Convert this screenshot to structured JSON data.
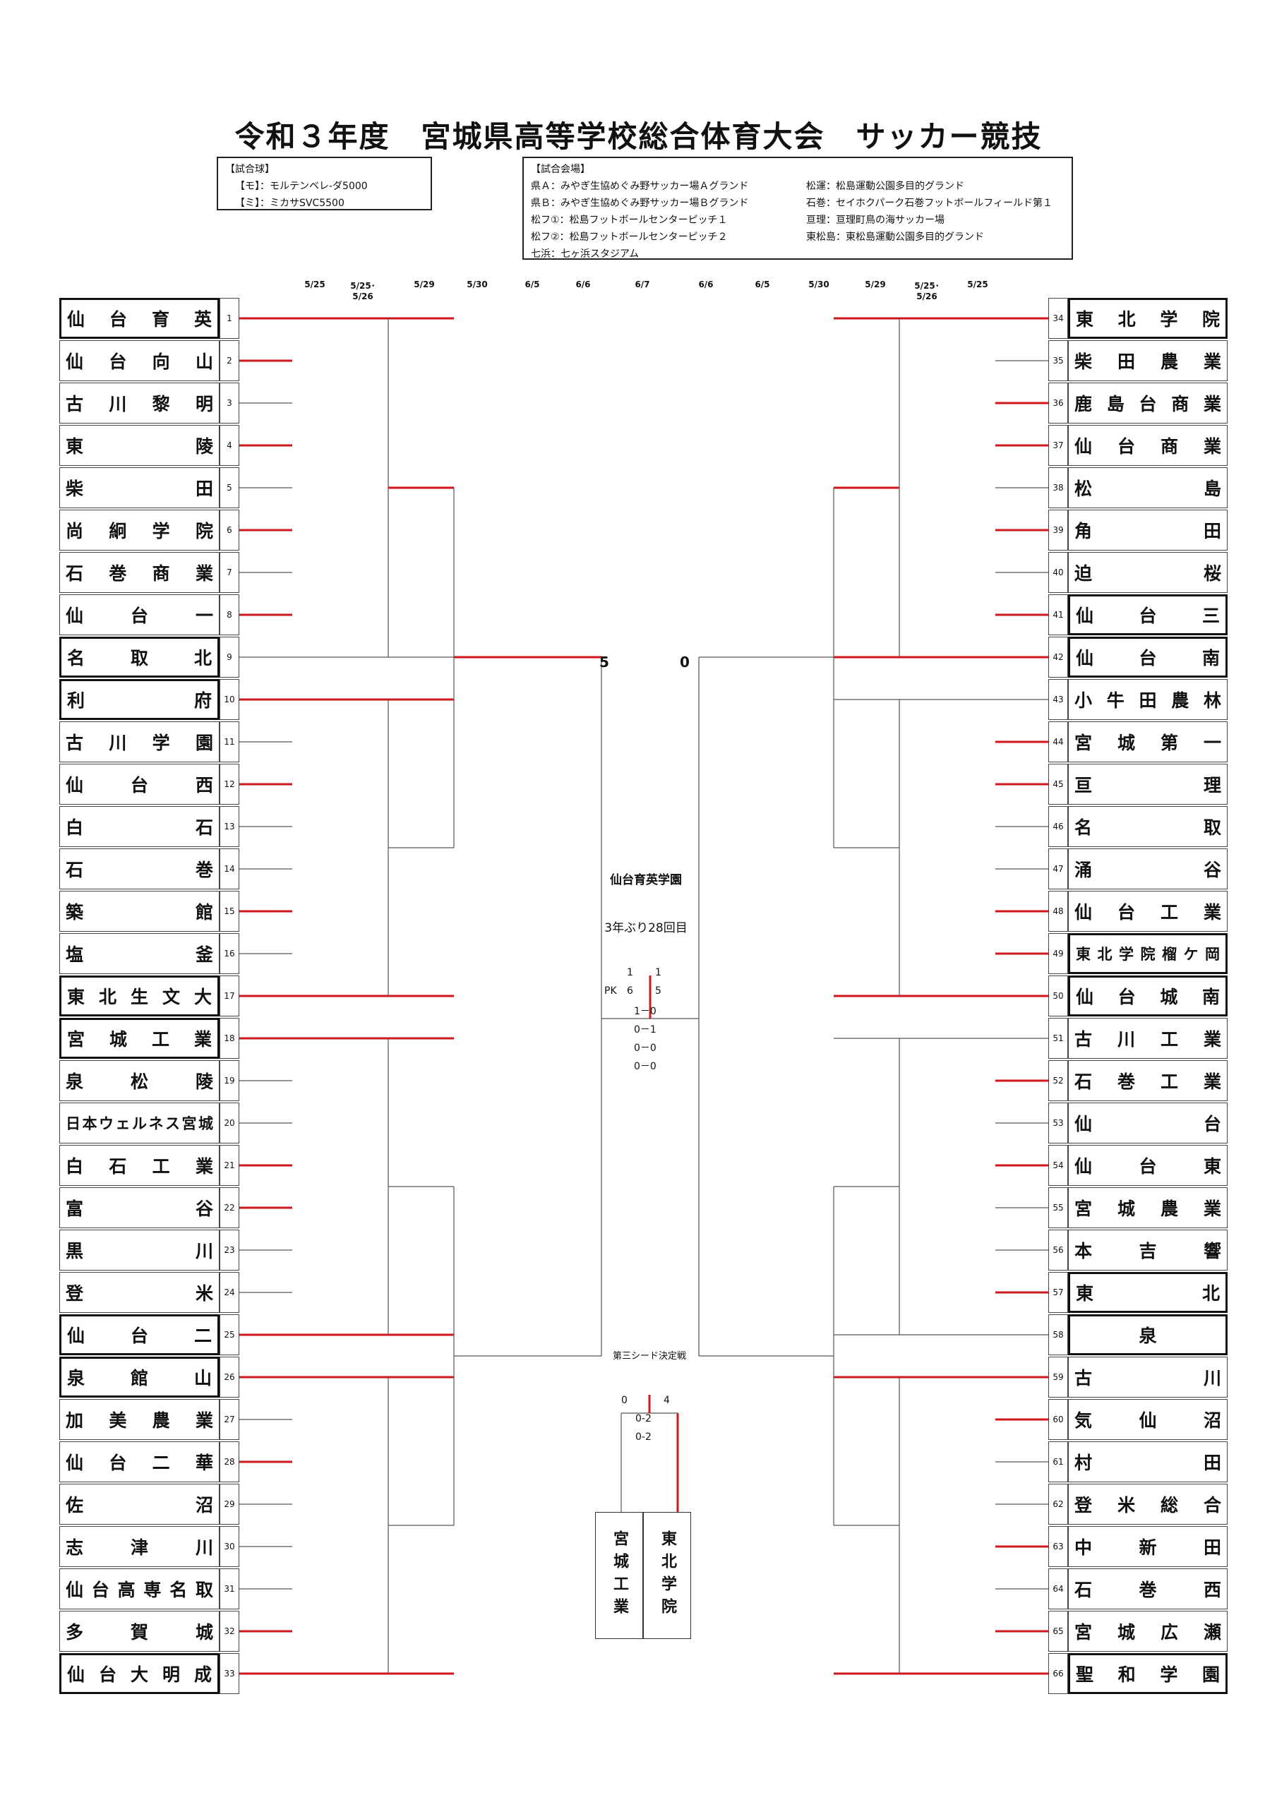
{
  "title": "令和３年度　宮城県高等学校総合体育大会　サッカー競技",
  "ball_box": {
    "heading": "【試合球】",
    "items": [
      "【モ】：モルテンベレ-ダ5000",
      "【ミ】：ミカサSVC5500"
    ]
  },
  "venue_box": {
    "heading": "【試合会場】",
    "left": [
      "県Ａ：みやぎ生協めぐみ野サッカー場Ａグランド",
      "県Ｂ：みやぎ生協めぐみ野サッカー場Ｂグランド",
      "松フ①：松島フットボールセンターピッチ１",
      "松フ②：松島フットボールセンターピッチ２",
      "七浜：七ヶ浜スタジアム"
    ],
    "right": [
      "松運：松島運動公園多目的グランド",
      "石巻：セイホクパーク石巻フットボールフィールド第１",
      "亘理：亘理町鳥の海サッカー場",
      "東松島：東松島運動公園多目的グランド"
    ]
  },
  "dates_left": [
    "5/25",
    "5/25･5/26",
    "5/29",
    "5/30",
    "6/5",
    "6/6",
    "6/7"
  ],
  "dates_right": [
    "6/6",
    "6/5",
    "5/30",
    "5/29",
    "5/25･5/26",
    "5/25"
  ],
  "left_teams": [
    {
      "no": "1",
      "name": "仙台育英",
      "seed": true
    },
    {
      "no": "2",
      "name": "仙台向山",
      "seed": false
    },
    {
      "no": "3",
      "name": "古川黎明",
      "seed": false
    },
    {
      "no": "4",
      "name": "東陵",
      "seed": false
    },
    {
      "no": "5",
      "name": "柴田",
      "seed": false
    },
    {
      "no": "6",
      "name": "尚絅学院",
      "seed": false
    },
    {
      "no": "7",
      "name": "石巻商業",
      "seed": false
    },
    {
      "no": "8",
      "name": "仙台一",
      "seed": false
    },
    {
      "no": "9",
      "name": "名取北",
      "seed": true
    },
    {
      "no": "10",
      "name": "利府",
      "seed": true
    },
    {
      "no": "11",
      "name": "古川学園",
      "seed": false
    },
    {
      "no": "12",
      "name": "仙台西",
      "seed": false
    },
    {
      "no": "13",
      "name": "白石",
      "seed": false
    },
    {
      "no": "14",
      "name": "石巻",
      "seed": false
    },
    {
      "no": "15",
      "name": "築館",
      "seed": false
    },
    {
      "no": "16",
      "name": "塩釜",
      "seed": false
    },
    {
      "no": "17",
      "name": "東北生文大",
      "seed": true
    },
    {
      "no": "18",
      "name": "宮城工業",
      "seed": true
    },
    {
      "no": "19",
      "name": "泉松陵",
      "seed": false
    },
    {
      "no": "20",
      "name": "日本ウェルネス宮城",
      "seed": false
    },
    {
      "no": "21",
      "name": "白石工業",
      "seed": false
    },
    {
      "no": "22",
      "name": "富谷",
      "seed": false
    },
    {
      "no": "23",
      "name": "黒川",
      "seed": false
    },
    {
      "no": "24",
      "name": "登米",
      "seed": false
    },
    {
      "no": "25",
      "name": "仙台二",
      "seed": true
    },
    {
      "no": "26",
      "name": "泉館山",
      "seed": true
    },
    {
      "no": "27",
      "name": "加美農業",
      "seed": false
    },
    {
      "no": "28",
      "name": "仙台二華",
      "seed": false
    },
    {
      "no": "29",
      "name": "佐沼",
      "seed": false
    },
    {
      "no": "30",
      "name": "志津川",
      "seed": false
    },
    {
      "no": "31",
      "name": "仙台高専名取",
      "seed": false
    },
    {
      "no": "32",
      "name": "多賀城",
      "seed": false
    },
    {
      "no": "33",
      "name": "仙台大明成",
      "seed": true
    }
  ],
  "right_teams": [
    {
      "no": "34",
      "name": "東北学院",
      "seed": true
    },
    {
      "no": "35",
      "name": "柴田農業",
      "seed": false
    },
    {
      "no": "36",
      "name": "鹿島台商業",
      "seed": false
    },
    {
      "no": "37",
      "name": "仙台商業",
      "seed": false
    },
    {
      "no": "38",
      "name": "松島",
      "seed": false
    },
    {
      "no": "39",
      "name": "角田",
      "seed": false
    },
    {
      "no": "40",
      "name": "迫桜",
      "seed": false
    },
    {
      "no": "41",
      "name": "仙台三",
      "seed": true
    },
    {
      "no": "42",
      "name": "仙台南",
      "seed": true
    },
    {
      "no": "43",
      "name": "小牛田農林",
      "seed": false
    },
    {
      "no": "44",
      "name": "宮城第一",
      "seed": false
    },
    {
      "no": "45",
      "name": "亘理",
      "seed": false
    },
    {
      "no": "46",
      "name": "名取",
      "seed": false
    },
    {
      "no": "47",
      "name": "涌谷",
      "seed": false
    },
    {
      "no": "48",
      "name": "仙台工業",
      "seed": false
    },
    {
      "no": "49",
      "name": "東北学院榴ケ岡",
      "seed": true
    },
    {
      "no": "50",
      "name": "仙台城南",
      "seed": true
    },
    {
      "no": "51",
      "name": "古川工業",
      "seed": false
    },
    {
      "no": "52",
      "name": "石巻工業",
      "seed": false
    },
    {
      "no": "53",
      "name": "仙台",
      "seed": false
    },
    {
      "no": "54",
      "name": "仙台東",
      "seed": false
    },
    {
      "no": "55",
      "name": "宮城農業",
      "seed": false
    },
    {
      "no": "56",
      "name": "本吉響",
      "seed": false
    },
    {
      "no": "57",
      "name": "東北",
      "seed": true
    },
    {
      "no": "58",
      "name": "泉",
      "seed": true
    },
    {
      "no": "59",
      "name": "古川",
      "seed": false
    },
    {
      "no": "60",
      "name": "気仙沼",
      "seed": false
    },
    {
      "no": "61",
      "name": "村田",
      "seed": false
    },
    {
      "no": "62",
      "name": "登米総合",
      "seed": false
    },
    {
      "no": "63",
      "name": "中新田",
      "seed": false
    },
    {
      "no": "64",
      "name": "石巻西",
      "seed": false
    },
    {
      "no": "65",
      "name": "宮城広瀬",
      "seed": false
    },
    {
      "no": "66",
      "name": "聖和学園",
      "seed": true
    }
  ],
  "final": {
    "champion": "仙台育英学園",
    "note": "3年ぶり28回目",
    "left_score": "1",
    "right_score": "1",
    "pk_label": "PK",
    "pk_left": "6",
    "pk_right": "5",
    "pk_detail": [
      "1－0",
      "0－1",
      "0－0",
      "0－0"
    ],
    "semi_left_score": "5",
    "semi_right_score": "0"
  },
  "third_place": {
    "title": "第三シード決定戦",
    "left_score": "0",
    "right_score": "4",
    "halves": [
      "0-2",
      "0-2"
    ],
    "left_team": "宮城工業",
    "right_team": "東北学院"
  },
  "colors": {
    "win": "#d0161b",
    "line": "#555555",
    "text": "#111111"
  }
}
